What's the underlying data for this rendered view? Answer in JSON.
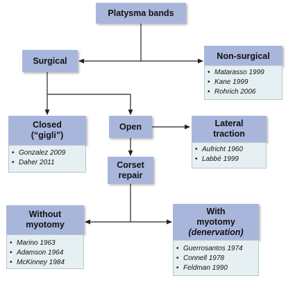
{
  "root": {
    "label": "Platysma bands"
  },
  "surgical": {
    "label": "Surgical"
  },
  "non_surgical": {
    "label": "Non-surgical",
    "refs": [
      "Matarasso 1999",
      "Kane 1999",
      "Rohrich 2006"
    ]
  },
  "closed": {
    "label_line1": "Closed",
    "label_line2": "(“gigli”)",
    "refs": [
      "Gonzalez 2009",
      "Daher 2011"
    ]
  },
  "open": {
    "label": "Open"
  },
  "lateral_traction": {
    "label_line1": "Lateral",
    "label_line2": "traction",
    "refs": [
      "Aufricht 1960",
      "Labbé 1999"
    ]
  },
  "corset_repair": {
    "label_line1": "Corset",
    "label_line2": "repair"
  },
  "without_myotomy": {
    "label_line1": "Without",
    "label_line2": "myotomy",
    "refs": [
      "Marino 1963",
      "Adamson 1964",
      "McKinney 1984"
    ]
  },
  "with_myotomy": {
    "label_line1": "With",
    "label_line2": "myotomy",
    "label_line3": "(denervation)",
    "refs": [
      "Guerrosantos 1974",
      "Connell 1978",
      "Feldman 1990"
    ]
  },
  "colors": {
    "box_fill": "#a9b6dc",
    "ref_fill": "#e6eff1",
    "connector": "#222222"
  }
}
